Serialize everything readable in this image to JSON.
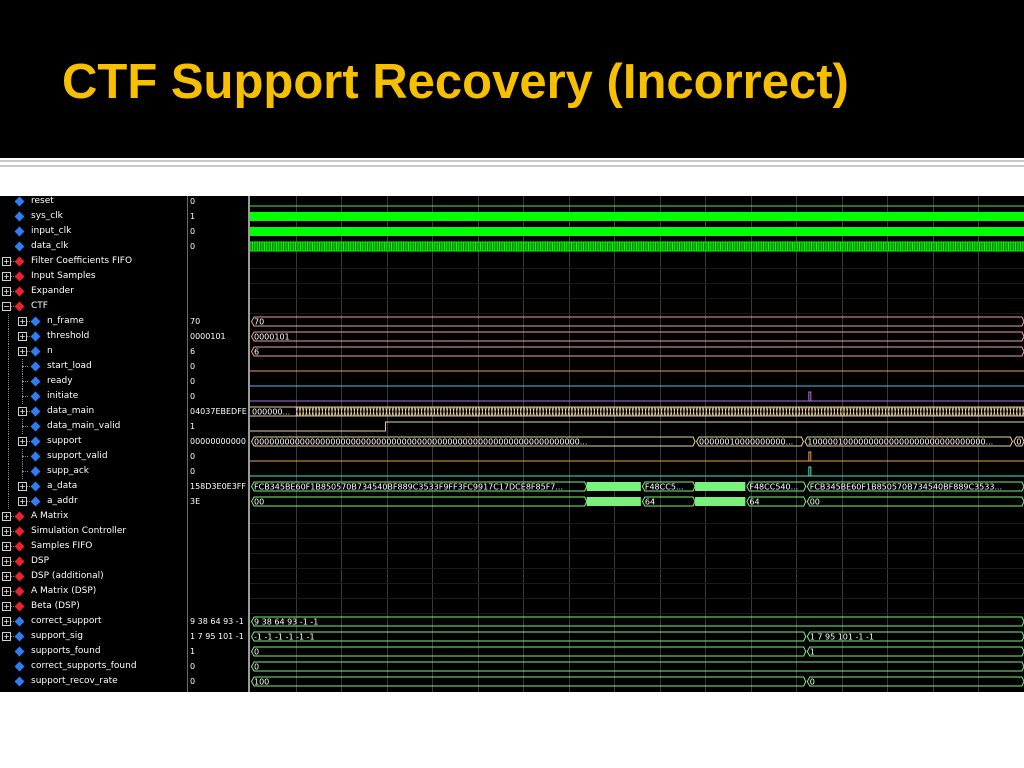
{
  "slide": {
    "title": "CTF Support Recovery (Incorrect)"
  },
  "colors": {
    "title": "#f6c000",
    "clock": "#00ff00",
    "bus": "#7cf07c",
    "signal_line": "#55e055",
    "group_icon": "#e8242c",
    "signal_icon": "#2f7df2"
  },
  "signals": [
    {
      "name": "reset",
      "value": "0",
      "indent": 1,
      "icon": "signal",
      "expander": "none"
    },
    {
      "name": "sys_clk",
      "value": "1",
      "indent": 1,
      "icon": "signal",
      "expander": "none"
    },
    {
      "name": "input_clk",
      "value": "0",
      "indent": 1,
      "icon": "signal",
      "expander": "none"
    },
    {
      "name": "data_clk",
      "value": "0",
      "indent": 1,
      "icon": "signal",
      "expander": "none"
    },
    {
      "name": "Filter Coefficients FIFO",
      "value": "",
      "indent": 0,
      "icon": "group",
      "expander": "plus"
    },
    {
      "name": "Input Samples",
      "value": "",
      "indent": 0,
      "icon": "group",
      "expander": "plus"
    },
    {
      "name": "Expander",
      "value": "",
      "indent": 0,
      "icon": "group",
      "expander": "plus"
    },
    {
      "name": "CTF",
      "value": "",
      "indent": 0,
      "icon": "group",
      "expander": "minus"
    },
    {
      "name": "n_frame",
      "value": "70",
      "indent": 2,
      "icon": "signal",
      "expander": "plus"
    },
    {
      "name": "threshold",
      "value": "0000101",
      "indent": 2,
      "icon": "signal",
      "expander": "plus"
    },
    {
      "name": "n",
      "value": "6",
      "indent": 2,
      "icon": "signal",
      "expander": "plus"
    },
    {
      "name": "start_load",
      "value": "0",
      "indent": 2,
      "icon": "signal",
      "expander": "none"
    },
    {
      "name": "ready",
      "value": "0",
      "indent": 2,
      "icon": "signal",
      "expander": "none"
    },
    {
      "name": "initiate",
      "value": "0",
      "indent": 2,
      "icon": "signal",
      "expander": "none"
    },
    {
      "name": "data_main",
      "value": "04037EBEDFE",
      "indent": 2,
      "icon": "signal",
      "expander": "plus"
    },
    {
      "name": "data_main_valid",
      "value": "1",
      "indent": 2,
      "icon": "signal",
      "expander": "none"
    },
    {
      "name": "support",
      "value": "00000000000",
      "indent": 2,
      "icon": "signal",
      "expander": "plus"
    },
    {
      "name": "support_valid",
      "value": "0",
      "indent": 2,
      "icon": "signal",
      "expander": "none"
    },
    {
      "name": "supp_ack",
      "value": "0",
      "indent": 2,
      "icon": "signal",
      "expander": "none"
    },
    {
      "name": "a_data",
      "value": "158D3E0E3FF",
      "indent": 2,
      "icon": "signal",
      "expander": "plus"
    },
    {
      "name": "a_addr",
      "value": "3E",
      "indent": 2,
      "icon": "signal",
      "expander": "plus"
    },
    {
      "name": "A Matrix",
      "value": "",
      "indent": 0,
      "icon": "group",
      "expander": "plus"
    },
    {
      "name": "Simulation Controller",
      "value": "",
      "indent": 0,
      "icon": "group",
      "expander": "plus"
    },
    {
      "name": "Samples FIFO",
      "value": "",
      "indent": 0,
      "icon": "group",
      "expander": "plus"
    },
    {
      "name": "DSP",
      "value": "",
      "indent": 0,
      "icon": "group",
      "expander": "plus"
    },
    {
      "name": "DSP (additional)",
      "value": "",
      "indent": 0,
      "icon": "group",
      "expander": "plus"
    },
    {
      "name": "A Matrix (DSP)",
      "value": "",
      "indent": 0,
      "icon": "group",
      "expander": "plus"
    },
    {
      "name": "Beta (DSP)",
      "value": "",
      "indent": 0,
      "icon": "group",
      "expander": "plus"
    },
    {
      "name": "correct_support",
      "value": "9 38 64 93 -1",
      "indent": 0,
      "icon": "signal",
      "expander": "plus"
    },
    {
      "name": "support_sig",
      "value": "1 7 95 101 -1",
      "indent": 0,
      "icon": "signal",
      "expander": "plus"
    },
    {
      "name": "supports_found",
      "value": "1",
      "indent": 1,
      "icon": "signal",
      "expander": "none"
    },
    {
      "name": "correct_supports_found",
      "value": "0",
      "indent": 1,
      "icon": "signal",
      "expander": "none"
    },
    {
      "name": "support_recov_rate",
      "value": "0",
      "indent": 1,
      "icon": "signal",
      "expander": "none"
    }
  ],
  "waveform": {
    "grid_divisions": 17,
    "tracks": [
      {
        "row": 0,
        "kind": "low",
        "color": "#55e055"
      },
      {
        "row": 1,
        "kind": "clock",
        "color": "#00ff00"
      },
      {
        "row": 2,
        "kind": "clock",
        "color": "#00ff00"
      },
      {
        "row": 3,
        "kind": "clock-dense",
        "color": "#00ff00"
      },
      {
        "row": 8,
        "kind": "bus",
        "color": "#e8a0a0",
        "segments": [
          {
            "start": 0.0,
            "end": 1.0,
            "label": "70"
          }
        ]
      },
      {
        "row": 9,
        "kind": "bus",
        "color": "#e8a0a0",
        "segments": [
          {
            "start": 0.0,
            "end": 1.0,
            "label": "0000101"
          }
        ]
      },
      {
        "row": 10,
        "kind": "bus",
        "color": "#e8a0a0",
        "segments": [
          {
            "start": 0.0,
            "end": 1.0,
            "label": "6"
          }
        ]
      },
      {
        "row": 11,
        "kind": "low",
        "color": "#e8a050"
      },
      {
        "row": 12,
        "kind": "low",
        "color": "#50c0e8"
      },
      {
        "row": 13,
        "kind": "low",
        "color": "#b070e0",
        "pulses": [
          0.722
        ]
      },
      {
        "row": 14,
        "kind": "bus-dense",
        "color": "#e8d0a0",
        "label": "000000..."
      },
      {
        "row": 15,
        "kind": "step-high",
        "color": "#e8d0a0",
        "at": 0.175
      },
      {
        "row": 16,
        "kind": "bus",
        "color": "#e8d0a0",
        "segments": [
          {
            "start": 0.0,
            "end": 0.575,
            "label": "0000000000000000000000000000000000000000000000000000000000000000..."
          },
          {
            "start": 0.575,
            "end": 0.715,
            "label": "00000010000000000..."
          },
          {
            "start": 0.715,
            "end": 0.985,
            "label": "10000010000000000000000000000000000..."
          },
          {
            "start": 0.985,
            "end": 1.0,
            "label": "0..."
          }
        ]
      },
      {
        "row": 17,
        "kind": "low",
        "color": "#e8a050",
        "pulses": [
          0.722
        ]
      },
      {
        "row": 18,
        "kind": "low",
        "color": "#50e0c0",
        "pulses": [
          0.722
        ]
      },
      {
        "row": 19,
        "kind": "bus",
        "color": "#7cf07c",
        "segments": [
          {
            "start": 0.0,
            "end": 0.435,
            "label": "FCB345BE60F1B850570B734540BF889C3533F9FF3FC9917C17DCE8F85F7..."
          },
          {
            "start": 0.435,
            "end": 0.505,
            "label": "",
            "fill": true
          },
          {
            "start": 0.505,
            "end": 0.575,
            "label": "F48CC5..."
          },
          {
            "start": 0.575,
            "end": 0.64,
            "label": "",
            "fill": true
          },
          {
            "start": 0.64,
            "end": 0.718,
            "label": "F48CC540..."
          },
          {
            "start": 0.718,
            "end": 1.0,
            "label": "FCB345BE60F1B850570B734540BF889C3533..."
          }
        ]
      },
      {
        "row": 20,
        "kind": "bus",
        "color": "#7cf07c",
        "segments": [
          {
            "start": 0.0,
            "end": 0.435,
            "label": "00"
          },
          {
            "start": 0.435,
            "end": 0.505,
            "label": "",
            "fill": true
          },
          {
            "start": 0.505,
            "end": 0.575,
            "label": "64"
          },
          {
            "start": 0.575,
            "end": 0.64,
            "label": "",
            "fill": true
          },
          {
            "start": 0.64,
            "end": 0.718,
            "label": "64"
          },
          {
            "start": 0.718,
            "end": 1.0,
            "label": "00"
          }
        ]
      },
      {
        "row": 28,
        "kind": "bus",
        "color": "#7cf07c",
        "segments": [
          {
            "start": 0.0,
            "end": 1.0,
            "label": "9 38 64 93 -1 -1"
          }
        ]
      },
      {
        "row": 29,
        "kind": "bus",
        "color": "#7cf07c",
        "segments": [
          {
            "start": 0.0,
            "end": 0.718,
            "label": "-1 -1 -1 -1 -1 -1"
          },
          {
            "start": 0.718,
            "end": 1.0,
            "label": "1 7 95 101 -1 -1"
          }
        ]
      },
      {
        "row": 30,
        "kind": "bus",
        "color": "#7cf07c",
        "segments": [
          {
            "start": 0.0,
            "end": 0.718,
            "label": "0"
          },
          {
            "start": 0.718,
            "end": 1.0,
            "label": "1"
          }
        ]
      },
      {
        "row": 31,
        "kind": "bus",
        "color": "#7cf07c",
        "segments": [
          {
            "start": 0.0,
            "end": 1.0,
            "label": "0"
          }
        ]
      },
      {
        "row": 32,
        "kind": "bus",
        "color": "#7cf07c",
        "segments": [
          {
            "start": 0.0,
            "end": 0.718,
            "label": "100"
          },
          {
            "start": 0.718,
            "end": 1.0,
            "label": "0"
          }
        ]
      }
    ]
  }
}
